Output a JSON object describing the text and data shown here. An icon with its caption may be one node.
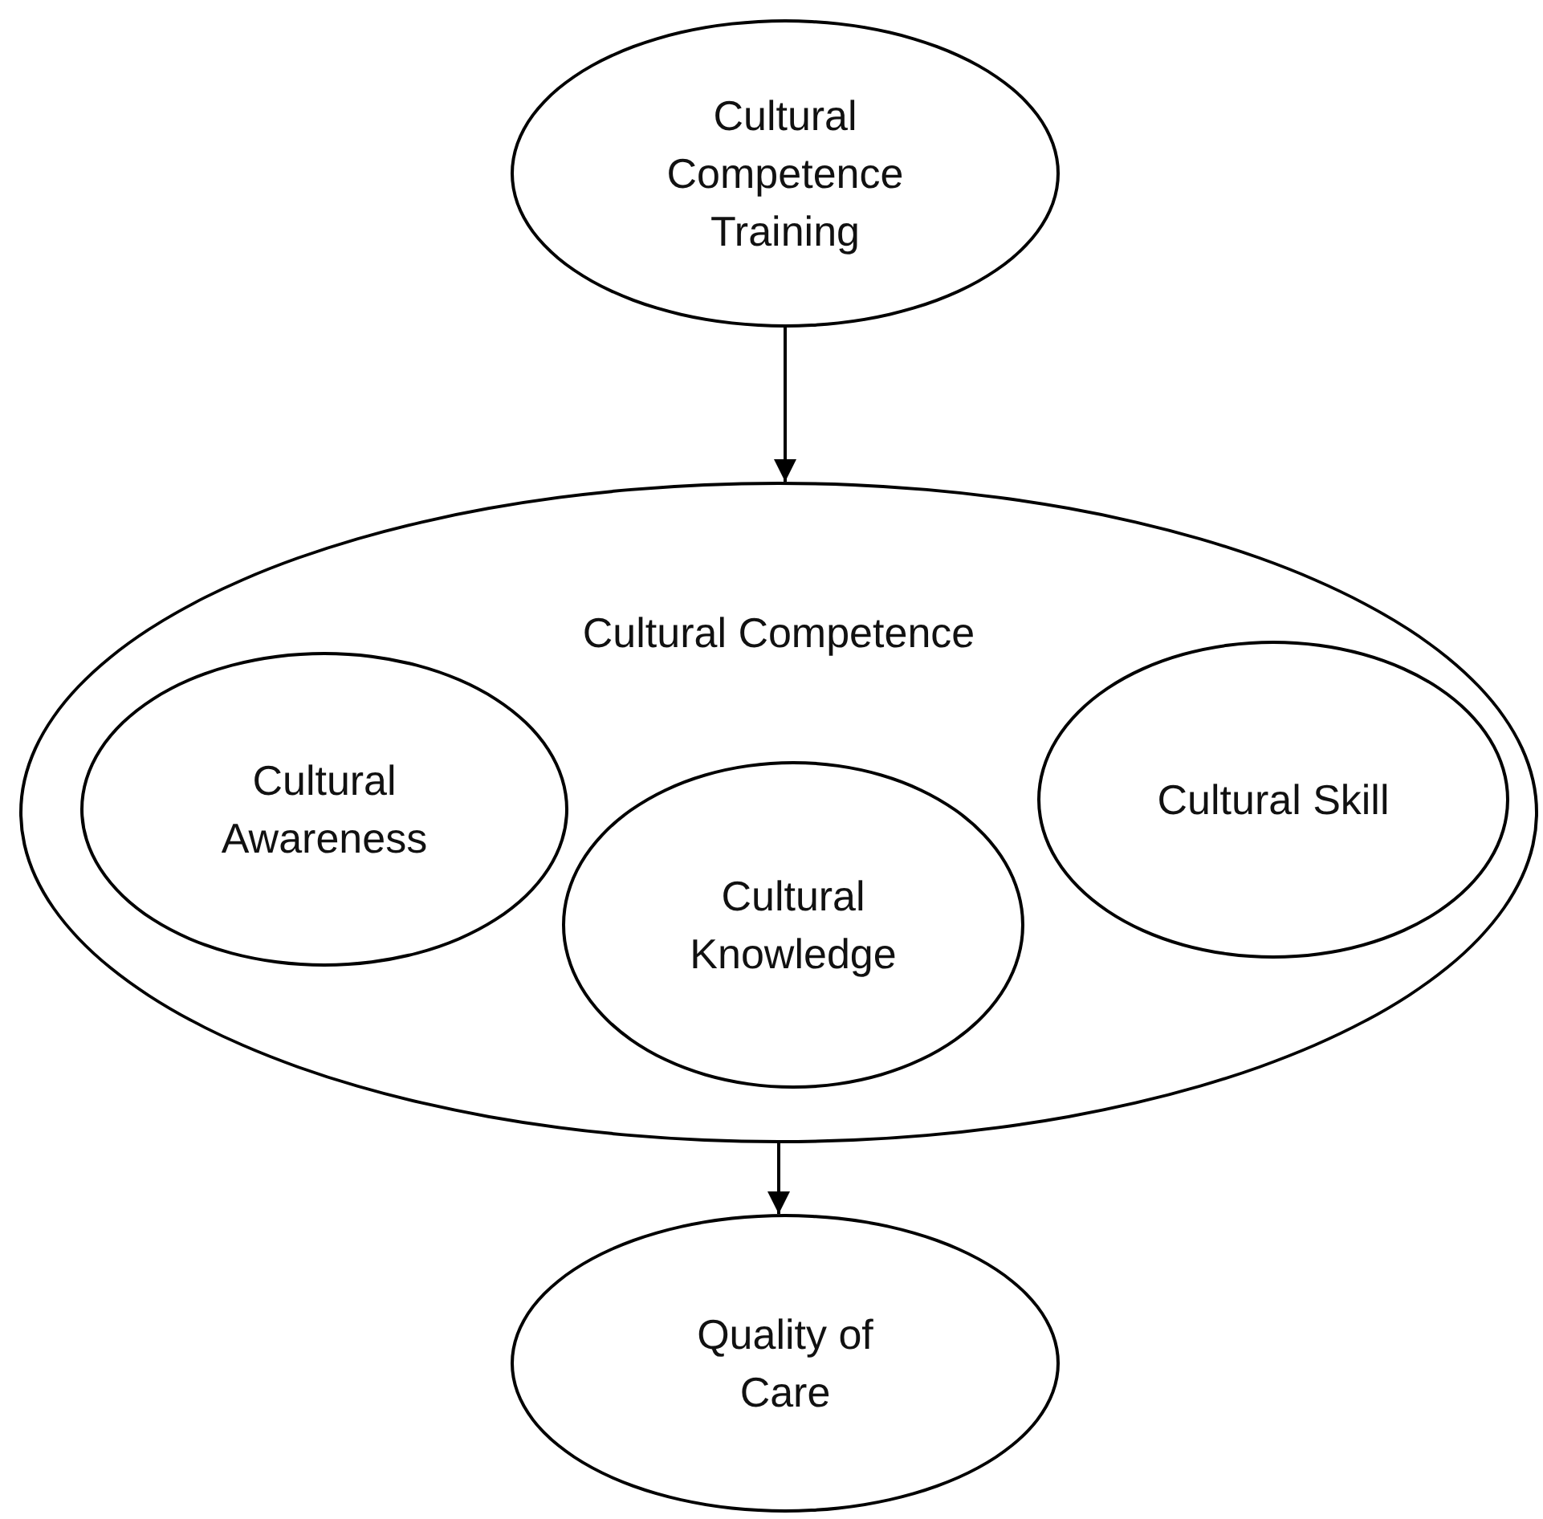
{
  "diagram": {
    "nodes": [
      {
        "text": [
          "Cultural Competence Training"
        ]
      },
      {
        "text": [
          "Cultural Competence"
        ]
      },
      {
        "text": [
          "Cultural Awareness"
        ],
        "in": 1
      },
      {
        "text": [
          "Cultural Knowledge"
        ],
        "in": 1
      },
      {
        "text": [
          "Cultural Skill"
        ],
        "in": 1
      },
      {
        "text": [
          "Quality of Care"
        ]
      }
    ],
    "edges": [
      {
        "from": 0,
        "to": 1,
        "arrow": "to"
      },
      {
        "from": 1,
        "to": 5,
        "arrow": "to"
      }
    ]
  }
}
